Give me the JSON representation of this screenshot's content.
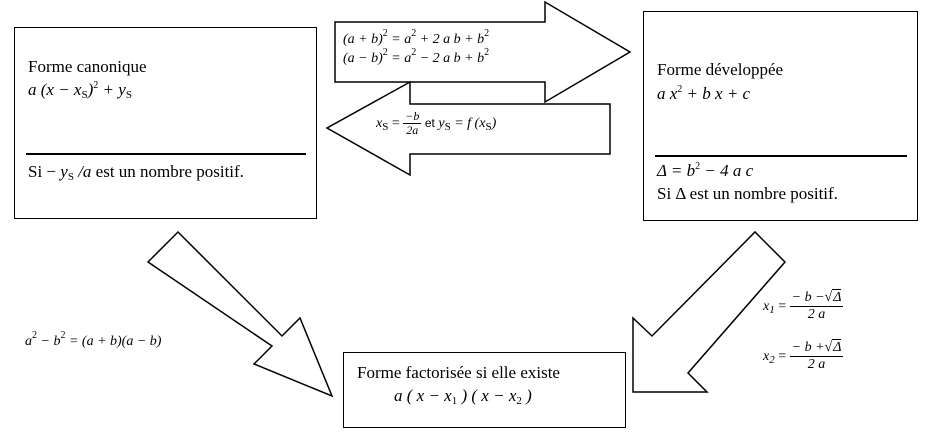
{
  "canonique": {
    "title": "Forme canonique",
    "expr_a": "a",
    "expr_open": "(x − x",
    "expr_s": "S",
    "expr_close": ")",
    "expr_exp": "2",
    "expr_plus": "+ y",
    "expr_ys": "S",
    "cond_si": "Si −",
    "cond_y": "y",
    "cond_s": "S",
    "cond_div": "/a",
    "cond_rest": "est un nombre positif."
  },
  "developpee": {
    "title": "Forme développée",
    "expr_part1": "a x",
    "expr_exp": "2",
    "expr_part2": "+ b x + c",
    "delta_left": "Δ = b",
    "delta_exp": "2",
    "delta_right": "− 4 a c",
    "cond": "Si Δ est un nombre positif."
  },
  "factorisee": {
    "title": "Forme factorisée si elle existe",
    "expr_a": "a ( x − x",
    "expr_sub1": "1",
    "expr_mid": ") ( x − x",
    "expr_sub2": "2",
    "expr_end": ")"
  },
  "arrow_right": {
    "line1_a": "(a + b)",
    "line1_exp": "2",
    "line1_b": "= a",
    "line1_exp2": "2",
    "line1_c": "+ 2 a b + b",
    "line1_exp3": "2",
    "line2_a": "(a − b)",
    "line2_exp": "2",
    "line2_b": "= a",
    "line2_exp2": "2",
    "line2_c": "− 2 a b + b",
    "line2_exp3": "2"
  },
  "arrow_left": {
    "xs_label": "x",
    "xs_sub": "S",
    "eq": "=",
    "frac_num": "−b",
    "frac_den": "2a",
    "et": "et",
    "ys_label": "y",
    "ys_sub": "S",
    "ys_rest": "= f (x",
    "ys_sub2": "S",
    "ys_close": ")"
  },
  "identity": {
    "a": "a",
    "exp1": "2",
    "minus_b": "− b",
    "exp2": "2",
    "rest": "= (a + b)(a − b)"
  },
  "roots": {
    "x1_label": "x",
    "x1_sub": "1",
    "x1_num_a": "− b −",
    "x1_sqrt": "Δ",
    "x1_den": "2 a",
    "x2_label": "x",
    "x2_sub": "2",
    "x2_num_a": "− b +",
    "x2_sqrt": "Δ",
    "x2_den": "2 a",
    "eq": "=",
    "radical": "√"
  }
}
